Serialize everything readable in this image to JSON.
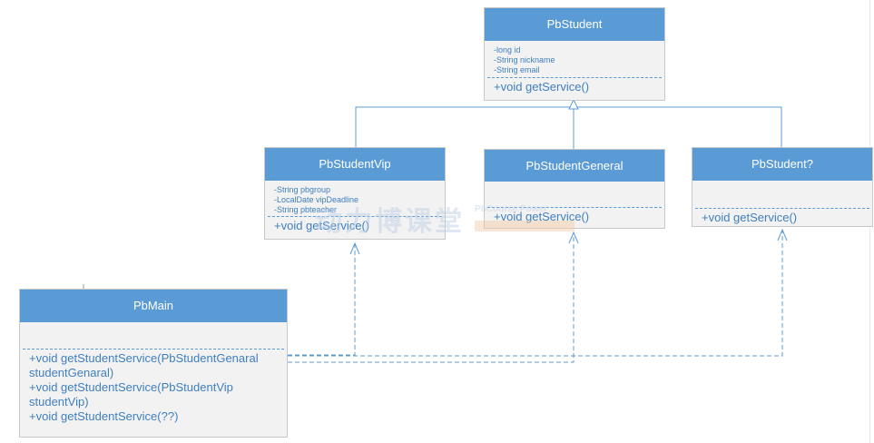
{
  "classes": {
    "pbstudent": {
      "name": "PbStudent",
      "attributes": [
        "-long id",
        "-String nickname",
        "-String email"
      ],
      "operations": [
        "+void getService()"
      ]
    },
    "pbstudentvip": {
      "name": "PbStudentVip",
      "attributes": [
        "-String pbgroup",
        "-LocalDate vipDeadline",
        "-String pbteacher"
      ],
      "operations": [
        "+void getService()"
      ]
    },
    "pbstudentgeneral": {
      "name": "PbStudentGeneral",
      "attributes": [],
      "operations": [
        "+void getService()"
      ]
    },
    "pbstudentq": {
      "name": "PbStudent?",
      "attributes": [],
      "operations": [
        "+void getService()"
      ]
    },
    "pbmain": {
      "name": "PbMain",
      "attributes": [],
      "operations": [
        "+void getStudentService(PbStudentGenaral",
        "studentGenaral)",
        "+void getStudentService(PbStudentVip",
        "studentVip)",
        "+void getStudentService(??)"
      ]
    }
  },
  "colors": {
    "header": "#5b9bd5",
    "body": "#f2f2f2",
    "text": "#3f7fbf",
    "line": "#5b9bd5"
  },
  "watermark": {
    "main": "动力博课堂",
    "sub": "PbCourse Power"
  }
}
